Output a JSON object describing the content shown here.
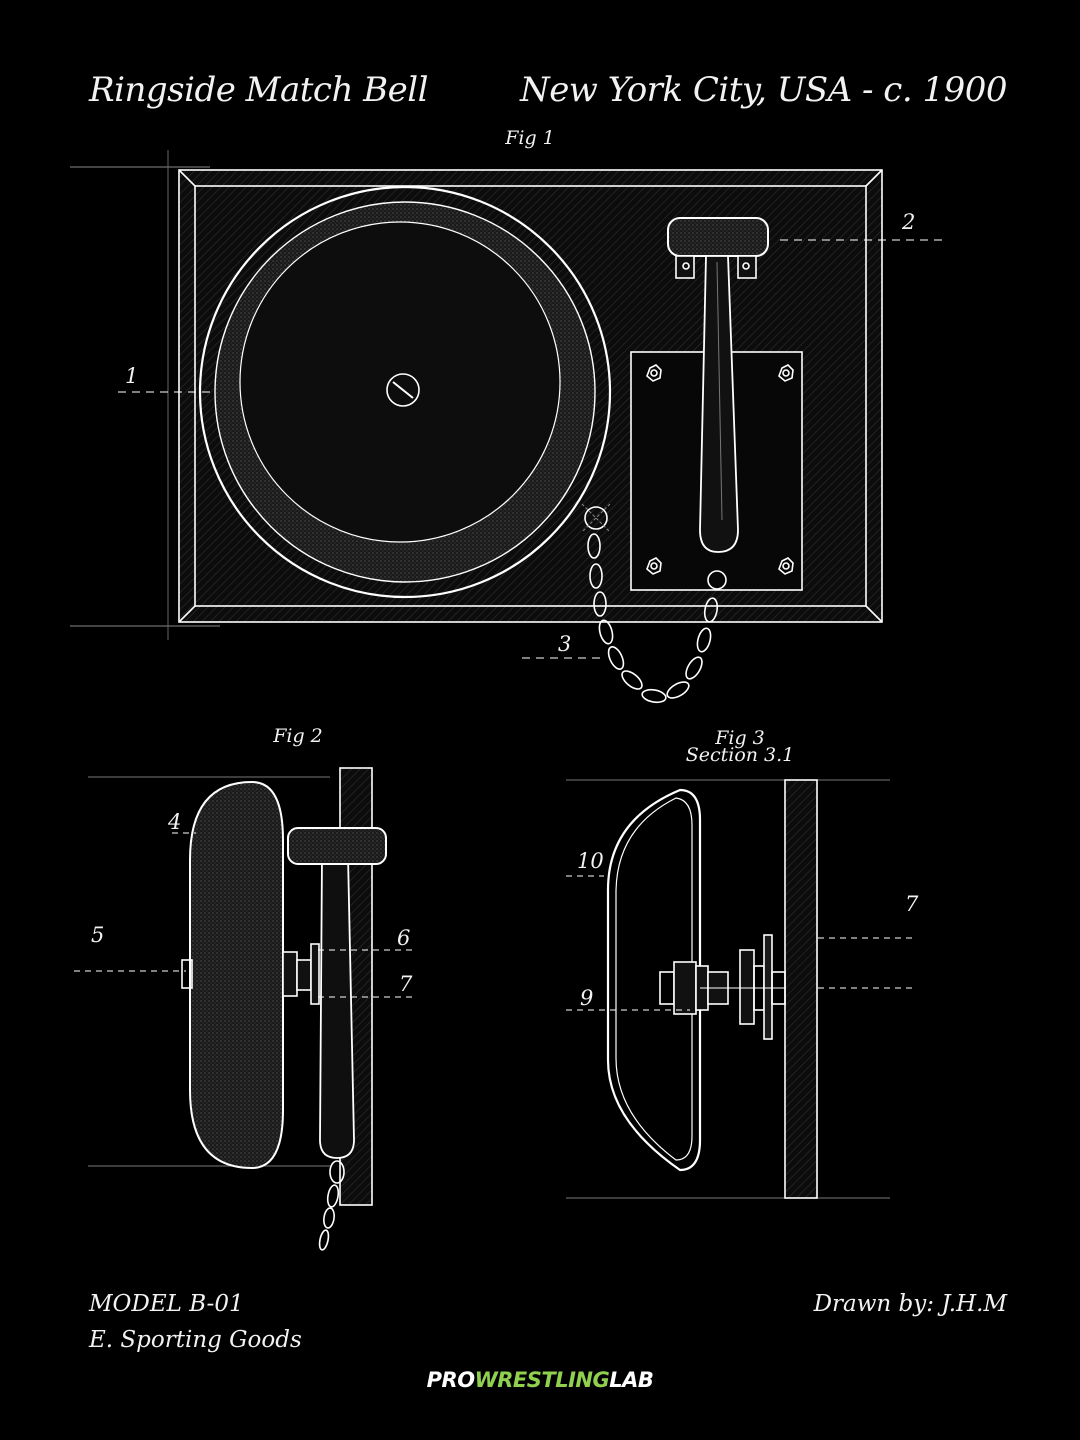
{
  "header": {
    "title_left": "Ringside Match Bell",
    "title_right": "New York City, USA - c. 1900"
  },
  "figures": {
    "fig1": "Fig 1",
    "fig2": "Fig 2",
    "fig3": "Fig 3",
    "fig3_sub": "Section 3.1"
  },
  "callouts": [
    "1",
    "2",
    "3",
    "4",
    "5",
    "6",
    "7",
    "7",
    "9",
    "10"
  ],
  "footer": {
    "model": "MODEL B-01",
    "maker": "E. Sporting Goods",
    "drawn_by": "Drawn by: J.H.M"
  },
  "logo": {
    "part_a": "PRO",
    "part_b": "WRESTLING",
    "part_c": "LAB"
  },
  "colors": {
    "background": "#000000",
    "line": "#ffffff",
    "logo_accent": "#8fd14f"
  }
}
